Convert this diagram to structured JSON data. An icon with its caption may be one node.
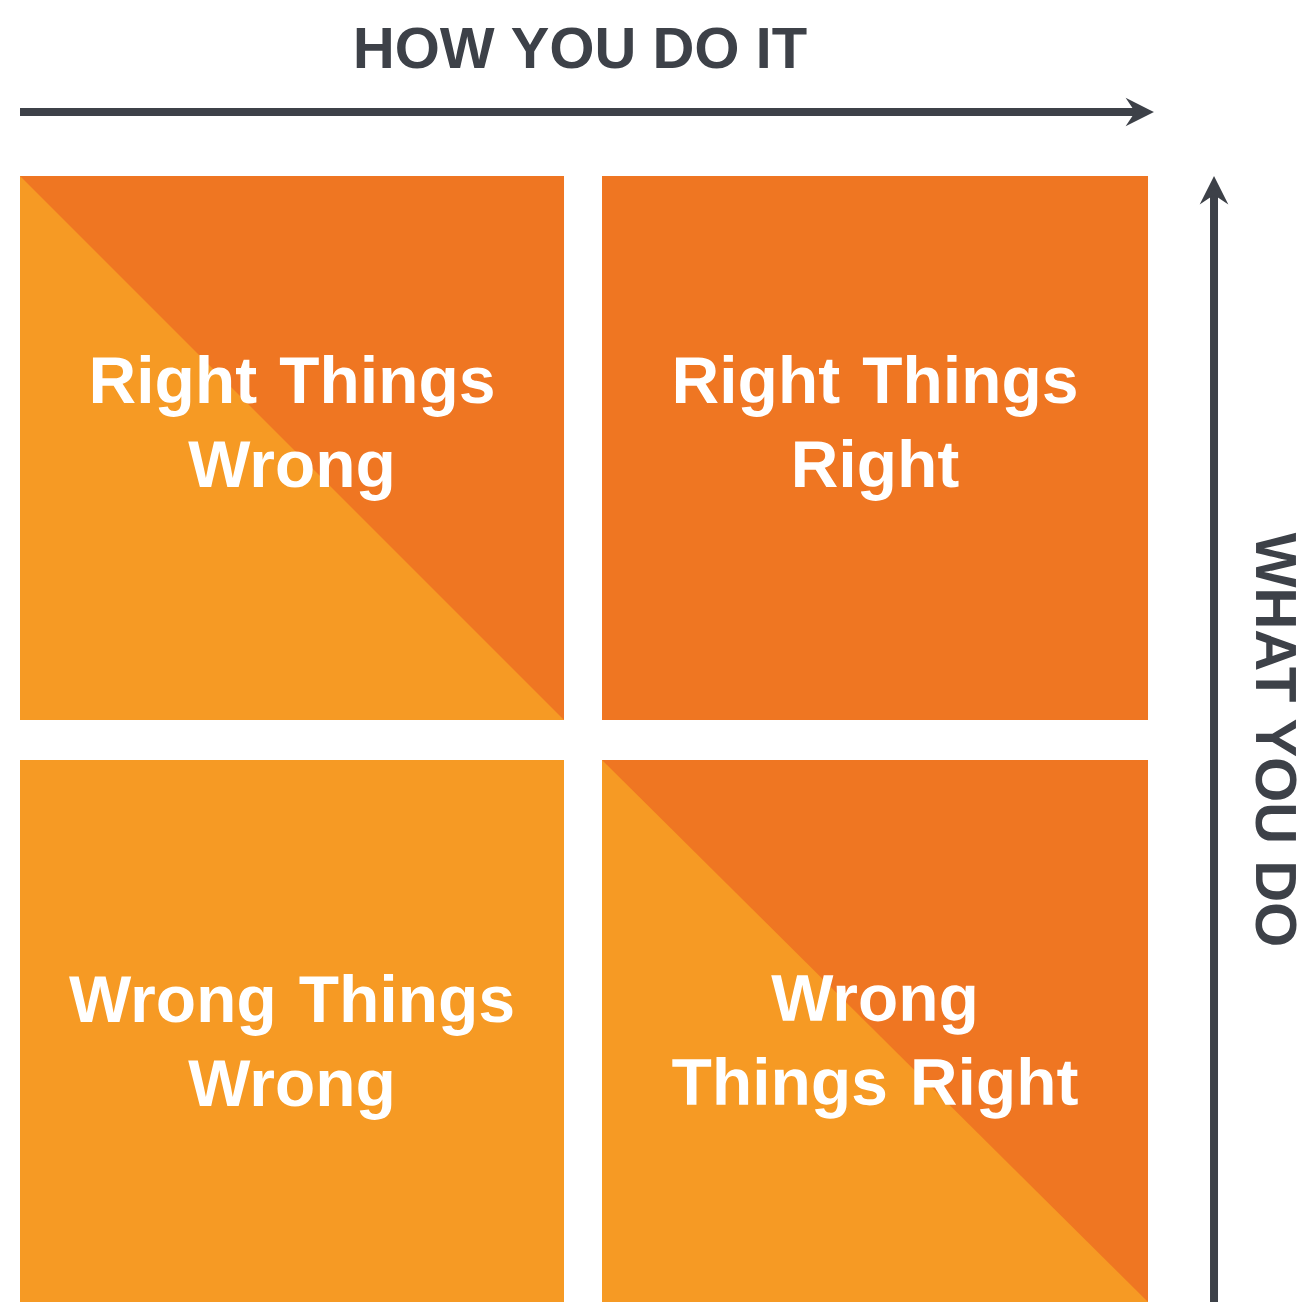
{
  "diagram": {
    "nodes": [
      {
        "text": [
          "Right Things Wrong"
        ]
      },
      {
        "text": [
          "Right Things Right"
        ]
      },
      {
        "text": [
          "Wrong Things Wrong"
        ]
      },
      {
        "text": [
          "Wrong Things Right"
        ]
      }
    ],
    "labels": [
      "HOW YOU DO IT",
      "WHAT YOU DO"
    ]
  }
}
